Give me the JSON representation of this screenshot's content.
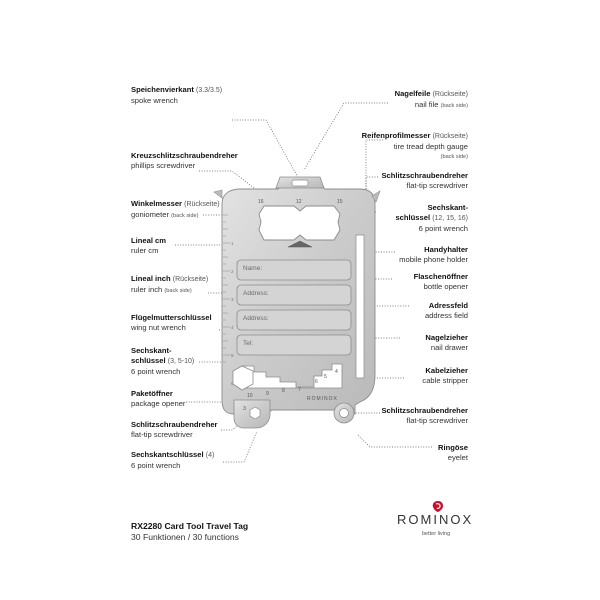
{
  "title": "RX2280 Card Tool Travel Tag",
  "subtitle": "30 Funktionen / 30 functions",
  "brand": {
    "name": "ROMINOX",
    "tagline": "better living",
    "card_brand": "ROMINOX"
  },
  "colors": {
    "accent": "#c8102e",
    "metal": "#c9c9c9"
  },
  "card": {
    "fields": [
      "Name:",
      "Address:",
      "Address:",
      "Tel:"
    ],
    "wrench_sizes": [
      "16",
      "12",
      "15"
    ],
    "bottom_wrench_sizes": [
      "10",
      "9",
      "8",
      "7",
      "6",
      "5",
      "4",
      "3"
    ],
    "ruler_marks": [
      "1",
      "2",
      "3",
      "4",
      "5",
      "6"
    ]
  },
  "labels_left": [
    {
      "de": "Speichenvierkant",
      "de_note": "(3.3/3.5)",
      "en": "spoke wrench"
    },
    {
      "de": "Kreuzschlitzschraubendreher",
      "de_note": "",
      "en": "phillips screwdriver"
    },
    {
      "de": "Winkelmesser",
      "de_note": "(Rückseite)",
      "en": "goniometer",
      "en_note": "(back side)"
    },
    {
      "de": "Lineal cm",
      "de_note": "",
      "en": "ruler cm"
    },
    {
      "de": "Lineal inch",
      "de_note": "(Rückseite)",
      "en": "ruler inch",
      "en_note": "(back side)"
    },
    {
      "de": "Flügelmutterschlüssel",
      "de_note": "",
      "en": "wing nut wrench"
    },
    {
      "de": "Sechskant-",
      "de_line2": "schlüssel",
      "de_note": "(3, 5-10)",
      "en": "6 point wrench"
    },
    {
      "de": "Paketöffner",
      "de_note": "",
      "en": "package opener"
    },
    {
      "de": "Schlitzschraubendreher",
      "de_note": "",
      "en": "flat-tip screwdriver"
    },
    {
      "de": "Sechskantschlüssel",
      "de_note": "(4)",
      "en": "6 point wrench"
    }
  ],
  "labels_right": [
    {
      "de": "Nagelfeile",
      "de_note": "(Rückseite)",
      "en": "nail file",
      "en_note": "(back side)"
    },
    {
      "de": "Reifenprofilmesser",
      "de_note": "(Rückseite)",
      "en": "tire tread depth gauge",
      "en_note": "(back side)"
    },
    {
      "de": "Schlitzschraubendreher",
      "de_note": "",
      "en": "flat-tip screwdriver"
    },
    {
      "de": "Sechskant-",
      "de_line2": "schlüssel",
      "de_note": "(12, 15, 16)",
      "en": "6 point wrench"
    },
    {
      "de": "Handyhalter",
      "de_note": "",
      "en": "mobile phone holder"
    },
    {
      "de": "Flaschenöffner",
      "de_note": "",
      "en": "bottle opener"
    },
    {
      "de": "Adressfeld",
      "de_note": "",
      "en": "address field"
    },
    {
      "de": "Nagelzieher",
      "de_note": "",
      "en": "nail drawer"
    },
    {
      "de": "Kabelzieher",
      "de_note": "",
      "en": "cable stripper"
    },
    {
      "de": "Schlitzschraubendreher",
      "de_note": "",
      "en": "flat-tip screwdriver"
    },
    {
      "de": "Ringöse",
      "de_note": "",
      "en": "eyelet"
    }
  ]
}
